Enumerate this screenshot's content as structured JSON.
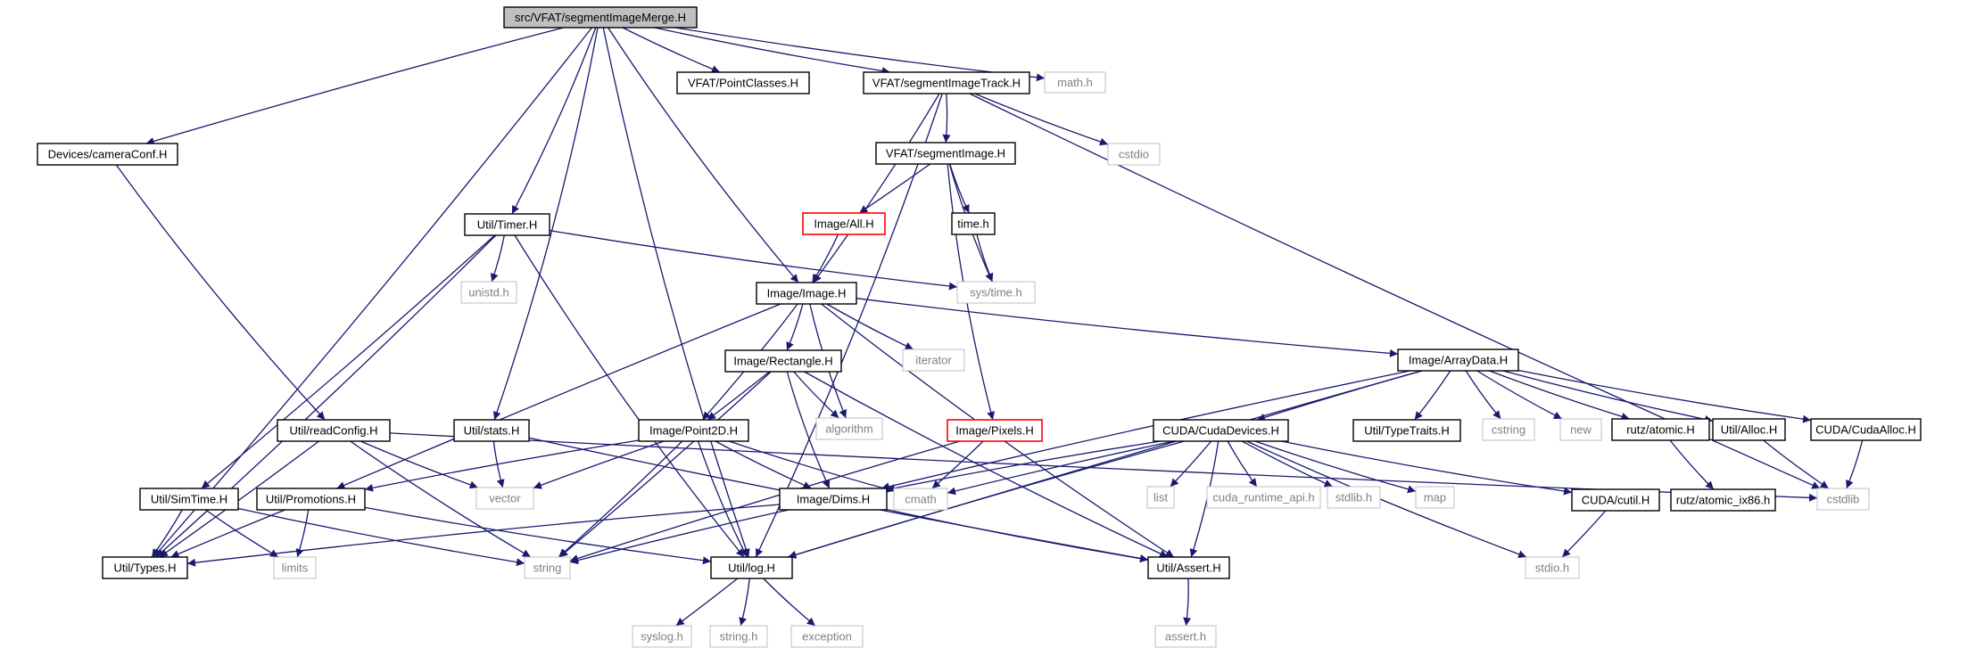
{
  "diagram": {
    "colors": {
      "edge": "#191970",
      "box_border": "#000000",
      "box_border_highlight": "#ff0000",
      "box_border_system": "#bfbfbf",
      "root_fill": "#bfbfbf",
      "text_system": "#808080"
    },
    "nodes": [
      {
        "id": "root",
        "label": "src/VFAT/segmentImageMerge.H",
        "kind": "root"
      },
      {
        "id": "pointclasses",
        "label": "VFAT/PointClasses.H",
        "kind": "header"
      },
      {
        "id": "segtrack",
        "label": "VFAT/segmentImageTrack.H",
        "kind": "header"
      },
      {
        "id": "math",
        "label": "math.h",
        "kind": "system"
      },
      {
        "id": "cameraconf",
        "label": "Devices/cameraConf.H",
        "kind": "header"
      },
      {
        "id": "segimage",
        "label": "VFAT/segmentImage.H",
        "kind": "header"
      },
      {
        "id": "cstdio",
        "label": "cstdio",
        "kind": "system"
      },
      {
        "id": "timer",
        "label": "Util/Timer.H",
        "kind": "header"
      },
      {
        "id": "imageall",
        "label": "Image/All.H",
        "kind": "incomplete"
      },
      {
        "id": "timeh",
        "label": "time.h",
        "kind": "header"
      },
      {
        "id": "unistd",
        "label": "unistd.h",
        "kind": "system"
      },
      {
        "id": "systime",
        "label": "sys/time.h",
        "kind": "system"
      },
      {
        "id": "imageimage",
        "label": "Image/Image.H",
        "kind": "header"
      },
      {
        "id": "iterator",
        "label": "iterator",
        "kind": "system"
      },
      {
        "id": "rectangle",
        "label": "Image/Rectangle.H",
        "kind": "header"
      },
      {
        "id": "arraydata",
        "label": "Image/ArrayData.H",
        "kind": "header"
      },
      {
        "id": "readconfig",
        "label": "Util/readConfig.H",
        "kind": "header"
      },
      {
        "id": "stats",
        "label": "Util/stats.H",
        "kind": "header"
      },
      {
        "id": "point2d",
        "label": "Image/Point2D.H",
        "kind": "header"
      },
      {
        "id": "algorithm",
        "label": "algorithm",
        "kind": "system"
      },
      {
        "id": "pixels",
        "label": "Image/Pixels.H",
        "kind": "incomplete"
      },
      {
        "id": "cudadevices",
        "label": "CUDA/CudaDevices.H",
        "kind": "header"
      },
      {
        "id": "typetraits",
        "label": "Util/TypeTraits.H",
        "kind": "header"
      },
      {
        "id": "cstring",
        "label": "cstring",
        "kind": "system"
      },
      {
        "id": "new",
        "label": "new",
        "kind": "system"
      },
      {
        "id": "rutzatomic",
        "label": "rutz/atomic.H",
        "kind": "header"
      },
      {
        "id": "alloc",
        "label": "Util/Alloc.H",
        "kind": "header"
      },
      {
        "id": "cudaalloc",
        "label": "CUDA/CudaAlloc.H",
        "kind": "header"
      },
      {
        "id": "simtime",
        "label": "Util/SimTime.H",
        "kind": "header"
      },
      {
        "id": "promotions",
        "label": "Util/Promotions.H",
        "kind": "header"
      },
      {
        "id": "vector",
        "label": "vector",
        "kind": "system"
      },
      {
        "id": "dims",
        "label": "Image/Dims.H",
        "kind": "header"
      },
      {
        "id": "cmath",
        "label": "cmath",
        "kind": "system"
      },
      {
        "id": "list",
        "label": "list",
        "kind": "system"
      },
      {
        "id": "cudaruntime",
        "label": "cuda_runtime_api.h",
        "kind": "system"
      },
      {
        "id": "stdlibh",
        "label": "stdlib.h",
        "kind": "system"
      },
      {
        "id": "map",
        "label": "map",
        "kind": "system"
      },
      {
        "id": "cudacutil",
        "label": "CUDA/cutil.H",
        "kind": "header"
      },
      {
        "id": "atomicix86",
        "label": "rutz/atomic_ix86.h",
        "kind": "header"
      },
      {
        "id": "cstdlib",
        "label": "cstdlib",
        "kind": "system"
      },
      {
        "id": "types",
        "label": "Util/Types.H",
        "kind": "header"
      },
      {
        "id": "limits",
        "label": "limits",
        "kind": "system"
      },
      {
        "id": "string",
        "label": "string",
        "kind": "system"
      },
      {
        "id": "log",
        "label": "Util/log.H",
        "kind": "header"
      },
      {
        "id": "assert",
        "label": "Util/Assert.H",
        "kind": "header"
      },
      {
        "id": "stdioh",
        "label": "stdio.h",
        "kind": "system"
      },
      {
        "id": "syslog",
        "label": "syslog.h",
        "kind": "system"
      },
      {
        "id": "stringh",
        "label": "string.h",
        "kind": "system"
      },
      {
        "id": "exception",
        "label": "exception",
        "kind": "system"
      },
      {
        "id": "asserth",
        "label": "assert.h",
        "kind": "system"
      }
    ],
    "edges": [
      [
        "root",
        "pointclasses"
      ],
      [
        "root",
        "segtrack"
      ],
      [
        "root",
        "math"
      ],
      [
        "root",
        "cameraconf"
      ],
      [
        "root",
        "timer"
      ],
      [
        "root",
        "imageimage"
      ],
      [
        "root",
        "stats"
      ],
      [
        "root",
        "log"
      ],
      [
        "root",
        "types"
      ],
      [
        "segtrack",
        "segimage"
      ],
      [
        "segtrack",
        "cstdio"
      ],
      [
        "segtrack",
        "imageimage"
      ],
      [
        "segtrack",
        "log"
      ],
      [
        "segtrack",
        "cstdlib"
      ],
      [
        "cameraconf",
        "readconfig"
      ],
      [
        "segimage",
        "imageall"
      ],
      [
        "segimage",
        "timeh"
      ],
      [
        "segimage",
        "systime"
      ],
      [
        "segimage",
        "pixels"
      ],
      [
        "timer",
        "unistd"
      ],
      [
        "timer",
        "systime"
      ],
      [
        "timer",
        "simtime"
      ],
      [
        "timer",
        "types"
      ],
      [
        "timer",
        "log"
      ],
      [
        "imageall",
        "imageimage"
      ],
      [
        "timeh",
        "systime"
      ],
      [
        "imageimage",
        "iterator"
      ],
      [
        "imageimage",
        "rectangle"
      ],
      [
        "imageimage",
        "point2d"
      ],
      [
        "imageimage",
        "algorithm"
      ],
      [
        "imageimage",
        "arraydata"
      ],
      [
        "imageimage",
        "promotions"
      ],
      [
        "imageimage",
        "assert"
      ],
      [
        "rectangle",
        "point2d"
      ],
      [
        "rectangle",
        "dims"
      ],
      [
        "rectangle",
        "algorithm"
      ],
      [
        "rectangle",
        "string"
      ],
      [
        "rectangle",
        "assert"
      ],
      [
        "arraydata",
        "dims"
      ],
      [
        "arraydata",
        "cudadevices"
      ],
      [
        "arraydata",
        "typetraits"
      ],
      [
        "arraydata",
        "cstring"
      ],
      [
        "arraydata",
        "new"
      ],
      [
        "arraydata",
        "rutzatomic"
      ],
      [
        "arraydata",
        "alloc"
      ],
      [
        "arraydata",
        "cudaalloc"
      ],
      [
        "arraydata",
        "log"
      ],
      [
        "readconfig",
        "vector"
      ],
      [
        "readconfig",
        "string"
      ],
      [
        "readconfig",
        "types"
      ],
      [
        "readconfig",
        "cstdlib"
      ],
      [
        "stats",
        "vector"
      ],
      [
        "stats",
        "assert"
      ],
      [
        "point2d",
        "dims"
      ],
      [
        "point2d",
        "cmath"
      ],
      [
        "point2d",
        "promotions"
      ],
      [
        "point2d",
        "vector"
      ],
      [
        "point2d",
        "string"
      ],
      [
        "point2d",
        "log"
      ],
      [
        "pixels",
        "cmath"
      ],
      [
        "pixels",
        "string"
      ],
      [
        "cudadevices",
        "dims"
      ],
      [
        "cudadevices",
        "cmath"
      ],
      [
        "cudadevices",
        "list"
      ],
      [
        "cudadevices",
        "cudaruntime"
      ],
      [
        "cudadevices",
        "stdlibh"
      ],
      [
        "cudadevices",
        "map"
      ],
      [
        "cudadevices",
        "cudacutil"
      ],
      [
        "cudadevices",
        "stdioh"
      ],
      [
        "cudadevices",
        "log"
      ],
      [
        "cudadevices",
        "assert"
      ],
      [
        "rutzatomic",
        "atomicix86"
      ],
      [
        "alloc",
        "cstdlib"
      ],
      [
        "cudaalloc",
        "cstdlib"
      ],
      [
        "simtime",
        "types"
      ],
      [
        "simtime",
        "limits"
      ],
      [
        "simtime",
        "string"
      ],
      [
        "promotions",
        "types"
      ],
      [
        "promotions",
        "limits"
      ],
      [
        "promotions",
        "log"
      ],
      [
        "dims",
        "types"
      ],
      [
        "dims",
        "string"
      ],
      [
        "dims",
        "assert"
      ],
      [
        "cudacutil",
        "stdioh"
      ],
      [
        "log",
        "syslog"
      ],
      [
        "log",
        "stringh"
      ],
      [
        "log",
        "exception"
      ],
      [
        "assert",
        "asserth"
      ]
    ]
  }
}
